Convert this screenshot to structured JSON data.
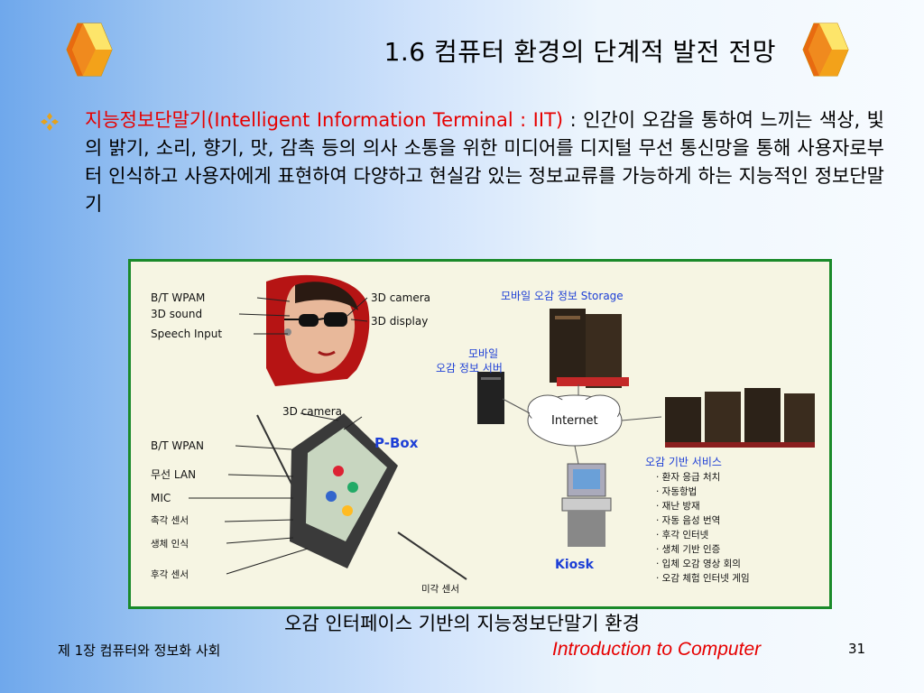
{
  "slide": {
    "title": "1.6 컴퓨터 환경의 단계적 발전 전망",
    "bullet_red": "지능정보단말기(Intelligent Information Terminal : IIT)",
    "bullet_rest": " : 인간이 오감을 통하여 느끼는 색상, 빛의 밝기, 소리, 향기, 맛, 감촉 등의 의사 소통을 위한 미디어를 디지털 무선 통신망을 통해 사용자로부터 인식하고 사용자에게 표현하여 다양하고 현실감 있는 정보교류를 가능하게 하는 지능적인 정보단말기",
    "caption": "오감 인터페이스 기반의 지능정보단말기 환경",
    "footer_left": "제 1장 컴퓨터와 정보화 사회",
    "footer_mid": "Introduction to Computer",
    "page_number": "31"
  },
  "figure": {
    "head_labels": [
      "B/T WPAM",
      "3D sound",
      "Speech Input",
      "3D camera",
      "3D display"
    ],
    "pda_labels": [
      "B/T WPAN",
      "무선 LAN",
      "MIC",
      "촉각 센서",
      "생체 인식",
      "후각 센서"
    ],
    "pda_camera": "3D camera",
    "pbox": "P-Box",
    "taste_sensor": "미각 센서",
    "storage": "모바일 오감 정보 Storage",
    "server": [
      "모바일",
      "오감 정보 서버"
    ],
    "internet": "Internet",
    "kiosk": "Kiosk",
    "services_title": "오감 기반 서비스",
    "services": [
      "· 환자 응급 처치",
      "· 자동항법",
      "· 재난 방재",
      "· 자동 음성 번역",
      "· 후각 인터넷",
      "· 생체 기반 인증",
      "· 입체 오감 영상 회의",
      "· 오감 체험 인터넷 게임"
    ]
  },
  "colors": {
    "accent_red": "#e60000",
    "figure_border": "#1a8a2a",
    "label_blue": "#1d3fd6"
  },
  "icons": {
    "logo": "orange-yellow-hexagon-logo-icon",
    "bullet": "four-diamond-bullet-icon"
  }
}
